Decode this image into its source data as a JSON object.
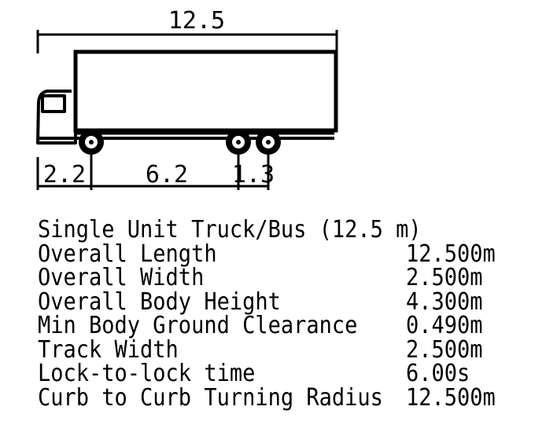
{
  "dimensions": {
    "overall": "12.5",
    "front_overhang": "2.2",
    "wheelbase": "6.2",
    "tandem_spacing": "1.3"
  },
  "specs": {
    "title": "Single Unit Truck/Bus (12.5 m)",
    "rows": [
      {
        "label": "Overall Length",
        "value": "12.500m"
      },
      {
        "label": "Overall Width",
        "value": "2.500m"
      },
      {
        "label": "Overall Body Height",
        "value": "4.300m"
      },
      {
        "label": "Min Body Ground Clearance",
        "value": "0.490m"
      },
      {
        "label": "Track Width",
        "value": "2.500m"
      },
      {
        "label": "Lock-to-lock time",
        "value": "6.00s"
      },
      {
        "label": "Curb to Curb Turning Radius",
        "value": "12.500m"
      }
    ]
  }
}
